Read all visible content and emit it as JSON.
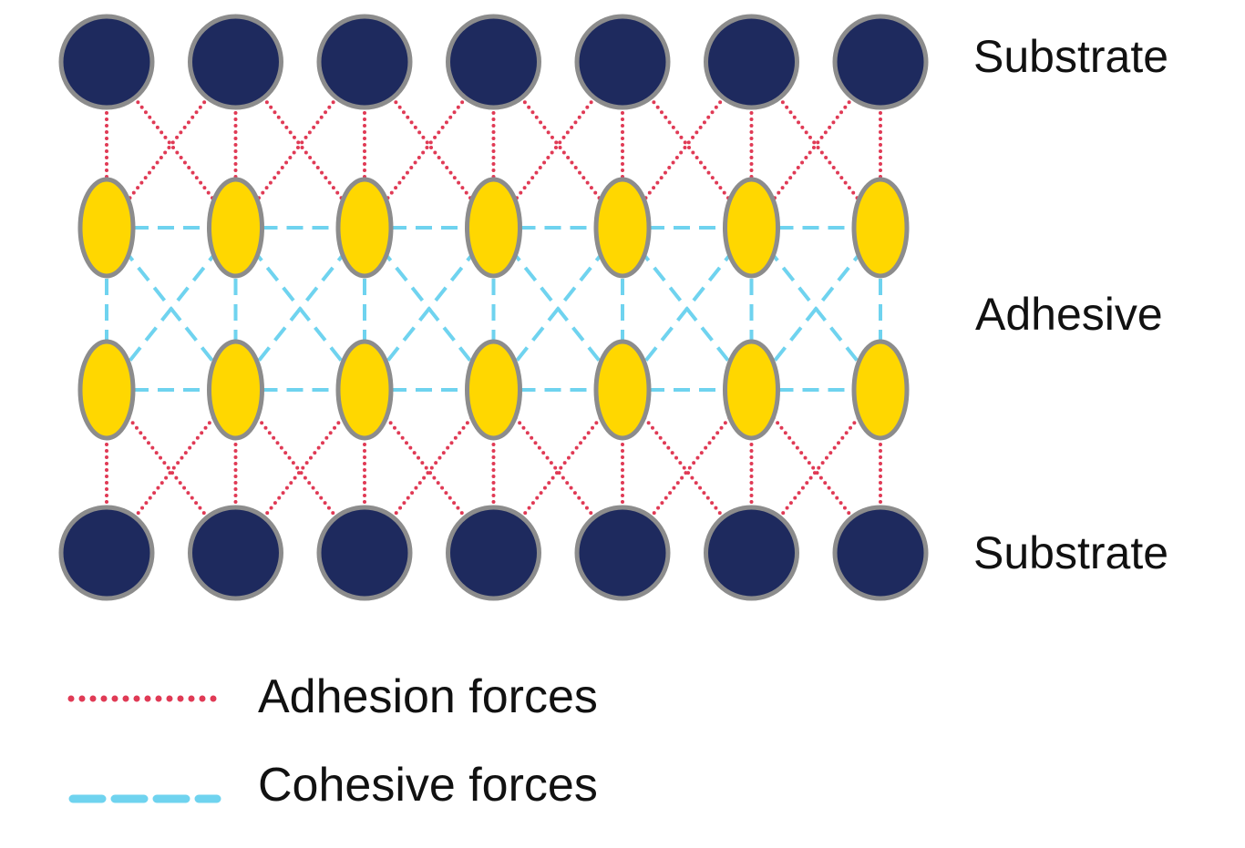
{
  "labels": {
    "top_substrate": "Substrate",
    "adhesive": "Adhesive",
    "bottom_substrate": "Substrate"
  },
  "legend": {
    "adhesion": "Adhesion forces",
    "cohesion": "Cohesive forces"
  },
  "structure": {
    "columns": 7,
    "adhesive_rows": 2
  },
  "colors": {
    "substrate_fill": "#1e2a5e",
    "outline": "#8c8c8c",
    "adhesive_fill": "#ffd700",
    "adhesion_line": "#e03a55",
    "cohesion_line": "#6fd3ef",
    "text": "#111111"
  }
}
